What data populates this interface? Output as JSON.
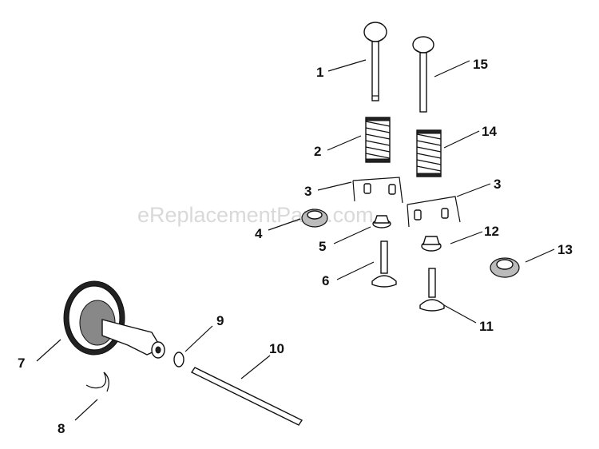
{
  "watermark": "eReplacementParts.com",
  "callouts": {
    "c1": "1",
    "c2": "2",
    "c3a": "3",
    "c3b": "3",
    "c4": "4",
    "c5": "5",
    "c6": "6",
    "c7": "7",
    "c8": "8",
    "c9": "9",
    "c10": "10",
    "c11": "11",
    "c12": "12",
    "c13": "13",
    "c14": "14",
    "c15": "15"
  }
}
